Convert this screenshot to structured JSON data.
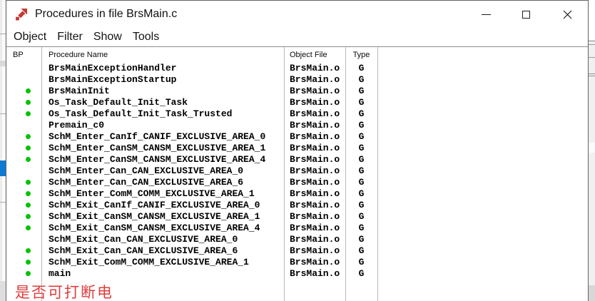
{
  "window": {
    "title": "Procedures in file BrsMain.c"
  },
  "menu": {
    "items": [
      {
        "label": "Object"
      },
      {
        "label": "Filter"
      },
      {
        "label": "Show"
      },
      {
        "label": "Tools"
      }
    ]
  },
  "table": {
    "columns": [
      "BP",
      "Procedure Name",
      "Object File",
      "Type"
    ],
    "rows": [
      {
        "bp": false,
        "name": "BrsMainExceptionHandler",
        "object_file": "BrsMain.o",
        "type": "G"
      },
      {
        "bp": false,
        "name": "BrsMainExceptionStartup",
        "object_file": "BrsMain.o",
        "type": "G"
      },
      {
        "bp": true,
        "name": "BrsMainInit",
        "object_file": "BrsMain.o",
        "type": "G"
      },
      {
        "bp": true,
        "name": "Os_Task_Default_Init_Task",
        "object_file": "BrsMain.o",
        "type": "G"
      },
      {
        "bp": true,
        "name": "Os_Task_Default_Init_Task_Trusted",
        "object_file": "BrsMain.o",
        "type": "G"
      },
      {
        "bp": false,
        "name": "Premain_c0",
        "object_file": "BrsMain.o",
        "type": "G"
      },
      {
        "bp": true,
        "name": "SchM_Enter_CanIf_CANIF_EXCLUSIVE_AREA_0",
        "object_file": "BrsMain.o",
        "type": "G"
      },
      {
        "bp": true,
        "name": "SchM_Enter_CanSM_CANSM_EXCLUSIVE_AREA_1",
        "object_file": "BrsMain.o",
        "type": "G"
      },
      {
        "bp": true,
        "name": "SchM_Enter_CanSM_CANSM_EXCLUSIVE_AREA_4",
        "object_file": "BrsMain.o",
        "type": "G"
      },
      {
        "bp": false,
        "name": "SchM_Enter_Can_CAN_EXCLUSIVE_AREA_0",
        "object_file": "BrsMain.o",
        "type": "G"
      },
      {
        "bp": true,
        "name": "SchM_Enter_Can_CAN_EXCLUSIVE_AREA_6",
        "object_file": "BrsMain.o",
        "type": "G"
      },
      {
        "bp": true,
        "name": "SchM_Enter_ComM_COMM_EXCLUSIVE_AREA_1",
        "object_file": "BrsMain.o",
        "type": "G"
      },
      {
        "bp": true,
        "name": "SchM_Exit_CanIf_CANIF_EXCLUSIVE_AREA_0",
        "object_file": "BrsMain.o",
        "type": "G"
      },
      {
        "bp": true,
        "name": "SchM_Exit_CanSM_CANSM_EXCLUSIVE_AREA_1",
        "object_file": "BrsMain.o",
        "type": "G"
      },
      {
        "bp": true,
        "name": "SchM_Exit_CanSM_CANSM_EXCLUSIVE_AREA_4",
        "object_file": "BrsMain.o",
        "type": "G"
      },
      {
        "bp": false,
        "name": "SchM_Exit_Can_CAN_EXCLUSIVE_AREA_0",
        "object_file": "BrsMain.o",
        "type": "G"
      },
      {
        "bp": true,
        "name": "SchM_Exit_Can_CAN_EXCLUSIVE_AREA_6",
        "object_file": "BrsMain.o",
        "type": "G"
      },
      {
        "bp": true,
        "name": "SchM_Exit_ComM_COMM_EXCLUSIVE_AREA_1",
        "object_file": "BrsMain.o",
        "type": "G"
      },
      {
        "bp": true,
        "name": "main",
        "object_file": "BrsMain.o",
        "type": "G"
      }
    ]
  },
  "annotation": {
    "text": "是否可打断电"
  },
  "colors": {
    "breakpoint_dot": "#00c400",
    "annotation_red": "#e03c3c",
    "app_icon_red": "#c23a35",
    "selection_blue": "#0f7ad2"
  }
}
